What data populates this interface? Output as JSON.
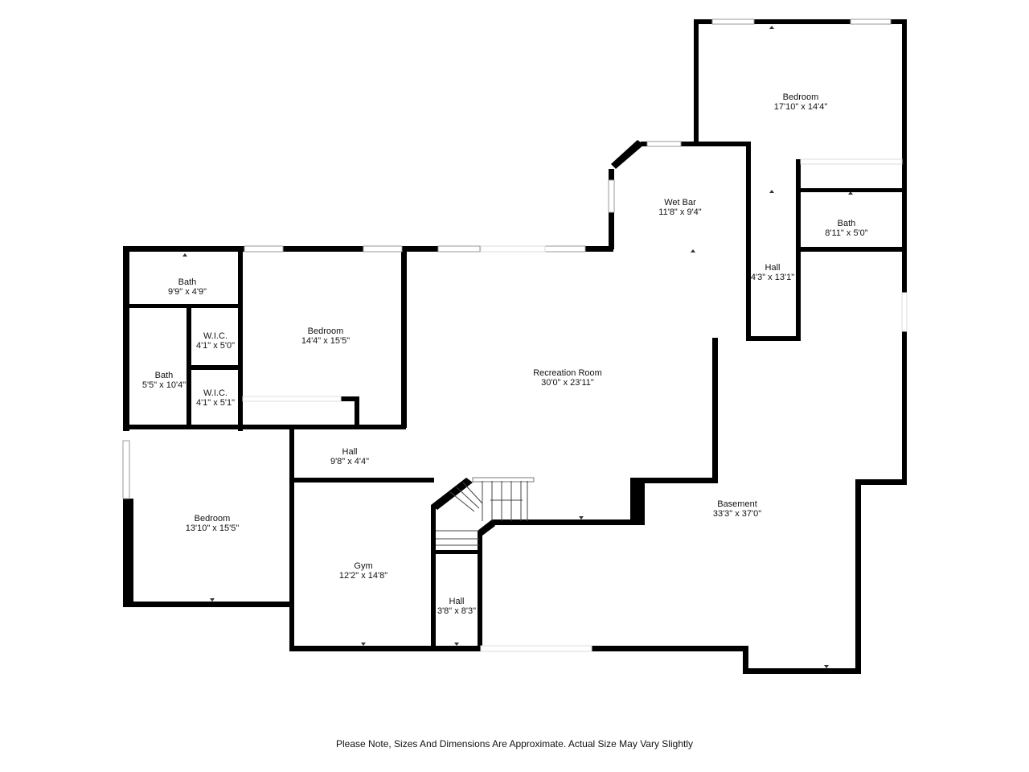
{
  "rooms": {
    "bedroom_ne": {
      "name": "Bedroom",
      "dim": "17'10\" x 14'4\""
    },
    "wet_bar": {
      "name": "Wet Bar",
      "dim": "11'8\" x 9'4\""
    },
    "bath_ne": {
      "name": "Bath",
      "dim": "8'11\" x 5'0\""
    },
    "hall_e": {
      "name": "Hall",
      "dim": "4'3\" x 13'1\""
    },
    "bath_nw": {
      "name": "Bath",
      "dim": "9'9\" x 4'9\""
    },
    "bedroom_n": {
      "name": "Bedroom",
      "dim": "14'4\" x 15'5\""
    },
    "wic_1": {
      "name": "W.I.C.",
      "dim": "4'1\" x 5'0\""
    },
    "bath_w": {
      "name": "Bath",
      "dim": "5'5\" x 10'4\""
    },
    "wic_2": {
      "name": "W.I.C.",
      "dim": "4'1\" x 5'1\""
    },
    "recreation": {
      "name": "Recreation Room",
      "dim": "30'0\" x 23'11\""
    },
    "hall_c": {
      "name": "Hall",
      "dim": "9'8\" x 4'4\""
    },
    "bedroom_sw": {
      "name": "Bedroom",
      "dim": "13'10\" x 15'5\""
    },
    "gym": {
      "name": "Gym",
      "dim": "12'2\" x 14'8\""
    },
    "hall_s": {
      "name": "Hall",
      "dim": "3'8\" x 8'3\""
    },
    "basement": {
      "name": "Basement",
      "dim": "33'3\" x 37'0\""
    }
  },
  "footer_note": "Please Note, Sizes And Dimensions Are Approximate. Actual Size May Vary Slightly"
}
